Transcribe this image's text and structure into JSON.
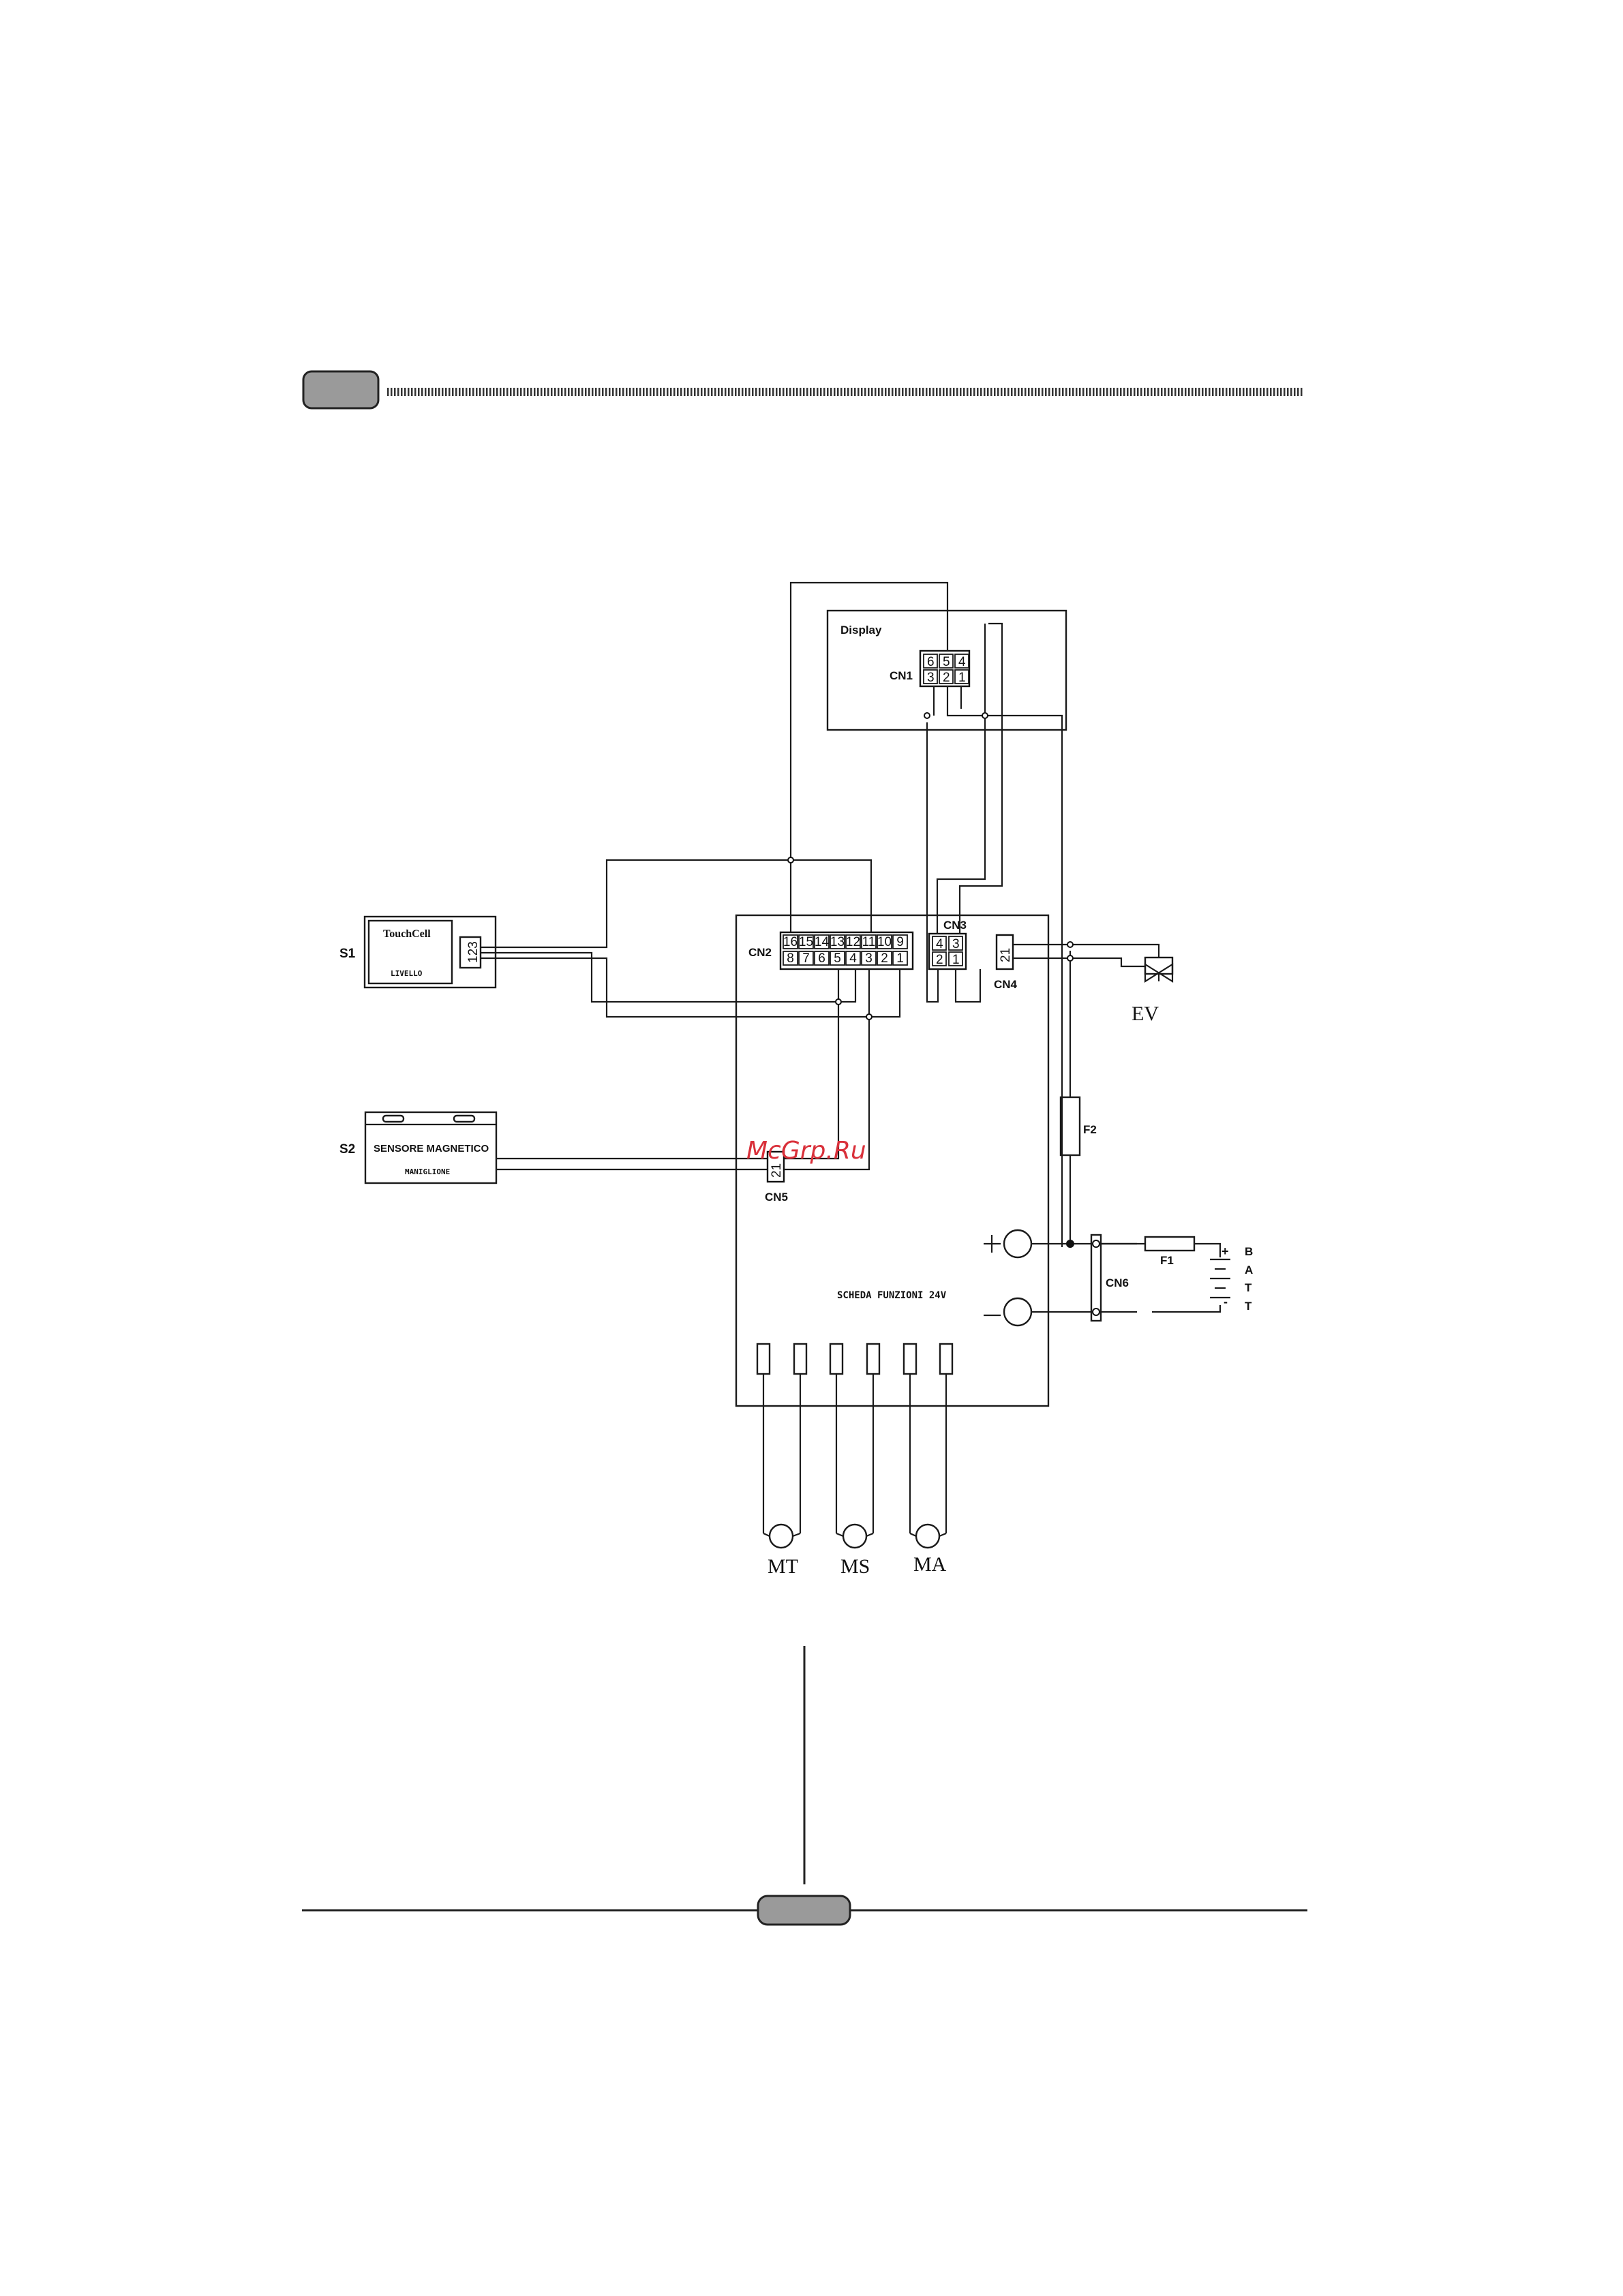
{
  "watermark": "McGrp.Ru",
  "display": {
    "title": "Display",
    "connector": "CN1",
    "pins_top": [
      "6",
      "5",
      "4"
    ],
    "pins_bottom": [
      "3",
      "2",
      "1"
    ]
  },
  "s1": {
    "tag": "S1",
    "title": "TouchCell",
    "subtitle": "LIVELLO",
    "pins": "123"
  },
  "s2": {
    "tag": "S2",
    "title": "SENSORE MAGNETICO",
    "subtitle": "MANIGLIONE"
  },
  "cn2": {
    "label": "CN2",
    "pins_top": [
      "16",
      "15",
      "14",
      "13",
      "12",
      "11",
      "10",
      "9"
    ],
    "pins_bottom": [
      "8",
      "7",
      "6",
      "5",
      "4",
      "3",
      "2",
      "1"
    ]
  },
  "cn3": {
    "label": "CN3",
    "pins_top": [
      "4",
      "3"
    ],
    "pins_bottom": [
      "2",
      "1"
    ]
  },
  "cn4": {
    "label": "CN4",
    "pins": "21"
  },
  "cn5": {
    "label": "CN5",
    "pins": "21"
  },
  "cn6": {
    "label": "CN6"
  },
  "ev": {
    "label": "EV"
  },
  "fuse_f1": "F1",
  "fuse_f2": "F2",
  "board": {
    "title": "SCHEDA  FUNZIONI 24V"
  },
  "battery": {
    "plus": "+",
    "minus": "-",
    "letters": [
      "B",
      "A",
      "T",
      "T"
    ]
  },
  "motors": [
    {
      "label": "MT"
    },
    {
      "label": "MS"
    },
    {
      "label": "MA"
    }
  ]
}
